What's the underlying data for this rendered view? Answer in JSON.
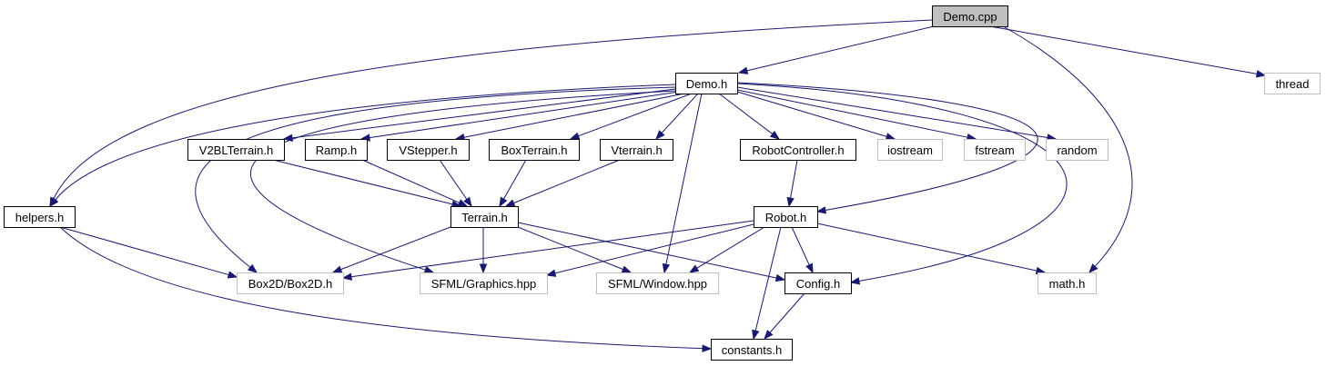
{
  "diagram": {
    "type": "include-dependency-graph",
    "colors": {
      "edge": "#191970",
      "root_fill": "#bfbfbf",
      "node_border": "#000000",
      "external_border": "#bfbfbf"
    },
    "nodes": [
      {
        "id": "demo_cpp",
        "label": "Demo.cpp",
        "kind": "root"
      },
      {
        "id": "demo_h",
        "label": "Demo.h",
        "kind": "local"
      },
      {
        "id": "thread",
        "label": "thread",
        "kind": "external"
      },
      {
        "id": "v2bl",
        "label": "V2BLTerrain.h",
        "kind": "local"
      },
      {
        "id": "ramp",
        "label": "Ramp.h",
        "kind": "local"
      },
      {
        "id": "vstepper",
        "label": "VStepper.h",
        "kind": "local"
      },
      {
        "id": "boxterrain",
        "label": "BoxTerrain.h",
        "kind": "local"
      },
      {
        "id": "vterrain",
        "label": "Vterrain.h",
        "kind": "local"
      },
      {
        "id": "robotcontroller",
        "label": "RobotController.h",
        "kind": "local"
      },
      {
        "id": "iostream",
        "label": "iostream",
        "kind": "external"
      },
      {
        "id": "fstream",
        "label": "fstream",
        "kind": "external"
      },
      {
        "id": "random",
        "label": "random",
        "kind": "external"
      },
      {
        "id": "helpers",
        "label": "helpers.h",
        "kind": "local"
      },
      {
        "id": "terrain",
        "label": "Terrain.h",
        "kind": "local"
      },
      {
        "id": "robot",
        "label": "Robot.h",
        "kind": "local"
      },
      {
        "id": "box2d",
        "label": "Box2D/Box2D.h",
        "kind": "external"
      },
      {
        "id": "sfml_graphics",
        "label": "SFML/Graphics.hpp",
        "kind": "external"
      },
      {
        "id": "sfml_window",
        "label": "SFML/Window.hpp",
        "kind": "external"
      },
      {
        "id": "config",
        "label": "Config.h",
        "kind": "local"
      },
      {
        "id": "math",
        "label": "math.h",
        "kind": "external"
      },
      {
        "id": "constants",
        "label": "constants.h",
        "kind": "local"
      }
    ],
    "edges": [
      {
        "from": "demo_cpp",
        "to": "demo_h"
      },
      {
        "from": "demo_cpp",
        "to": "thread"
      },
      {
        "from": "demo_cpp",
        "to": "helpers"
      },
      {
        "from": "demo_cpp",
        "to": "math"
      },
      {
        "from": "demo_h",
        "to": "v2bl"
      },
      {
        "from": "demo_h",
        "to": "ramp"
      },
      {
        "from": "demo_h",
        "to": "vstepper"
      },
      {
        "from": "demo_h",
        "to": "boxterrain"
      },
      {
        "from": "demo_h",
        "to": "vterrain"
      },
      {
        "from": "demo_h",
        "to": "robotcontroller"
      },
      {
        "from": "demo_h",
        "to": "iostream"
      },
      {
        "from": "demo_h",
        "to": "fstream"
      },
      {
        "from": "demo_h",
        "to": "random"
      },
      {
        "from": "demo_h",
        "to": "helpers"
      },
      {
        "from": "demo_h",
        "to": "box2d"
      },
      {
        "from": "demo_h",
        "to": "sfml_graphics"
      },
      {
        "from": "demo_h",
        "to": "sfml_window"
      },
      {
        "from": "demo_h",
        "to": "robot"
      },
      {
        "from": "demo_h",
        "to": "config"
      },
      {
        "from": "v2bl",
        "to": "terrain"
      },
      {
        "from": "ramp",
        "to": "terrain"
      },
      {
        "from": "vstepper",
        "to": "terrain"
      },
      {
        "from": "boxterrain",
        "to": "terrain"
      },
      {
        "from": "vterrain",
        "to": "terrain"
      },
      {
        "from": "robotcontroller",
        "to": "robot"
      },
      {
        "from": "helpers",
        "to": "box2d"
      },
      {
        "from": "helpers",
        "to": "constants"
      },
      {
        "from": "terrain",
        "to": "box2d"
      },
      {
        "from": "terrain",
        "to": "sfml_graphics"
      },
      {
        "from": "terrain",
        "to": "sfml_window"
      },
      {
        "from": "terrain",
        "to": "config"
      },
      {
        "from": "robot",
        "to": "box2d"
      },
      {
        "from": "robot",
        "to": "sfml_graphics"
      },
      {
        "from": "robot",
        "to": "sfml_window"
      },
      {
        "from": "robot",
        "to": "config"
      },
      {
        "from": "robot",
        "to": "math"
      },
      {
        "from": "robot",
        "to": "constants"
      },
      {
        "from": "config",
        "to": "constants"
      }
    ]
  }
}
